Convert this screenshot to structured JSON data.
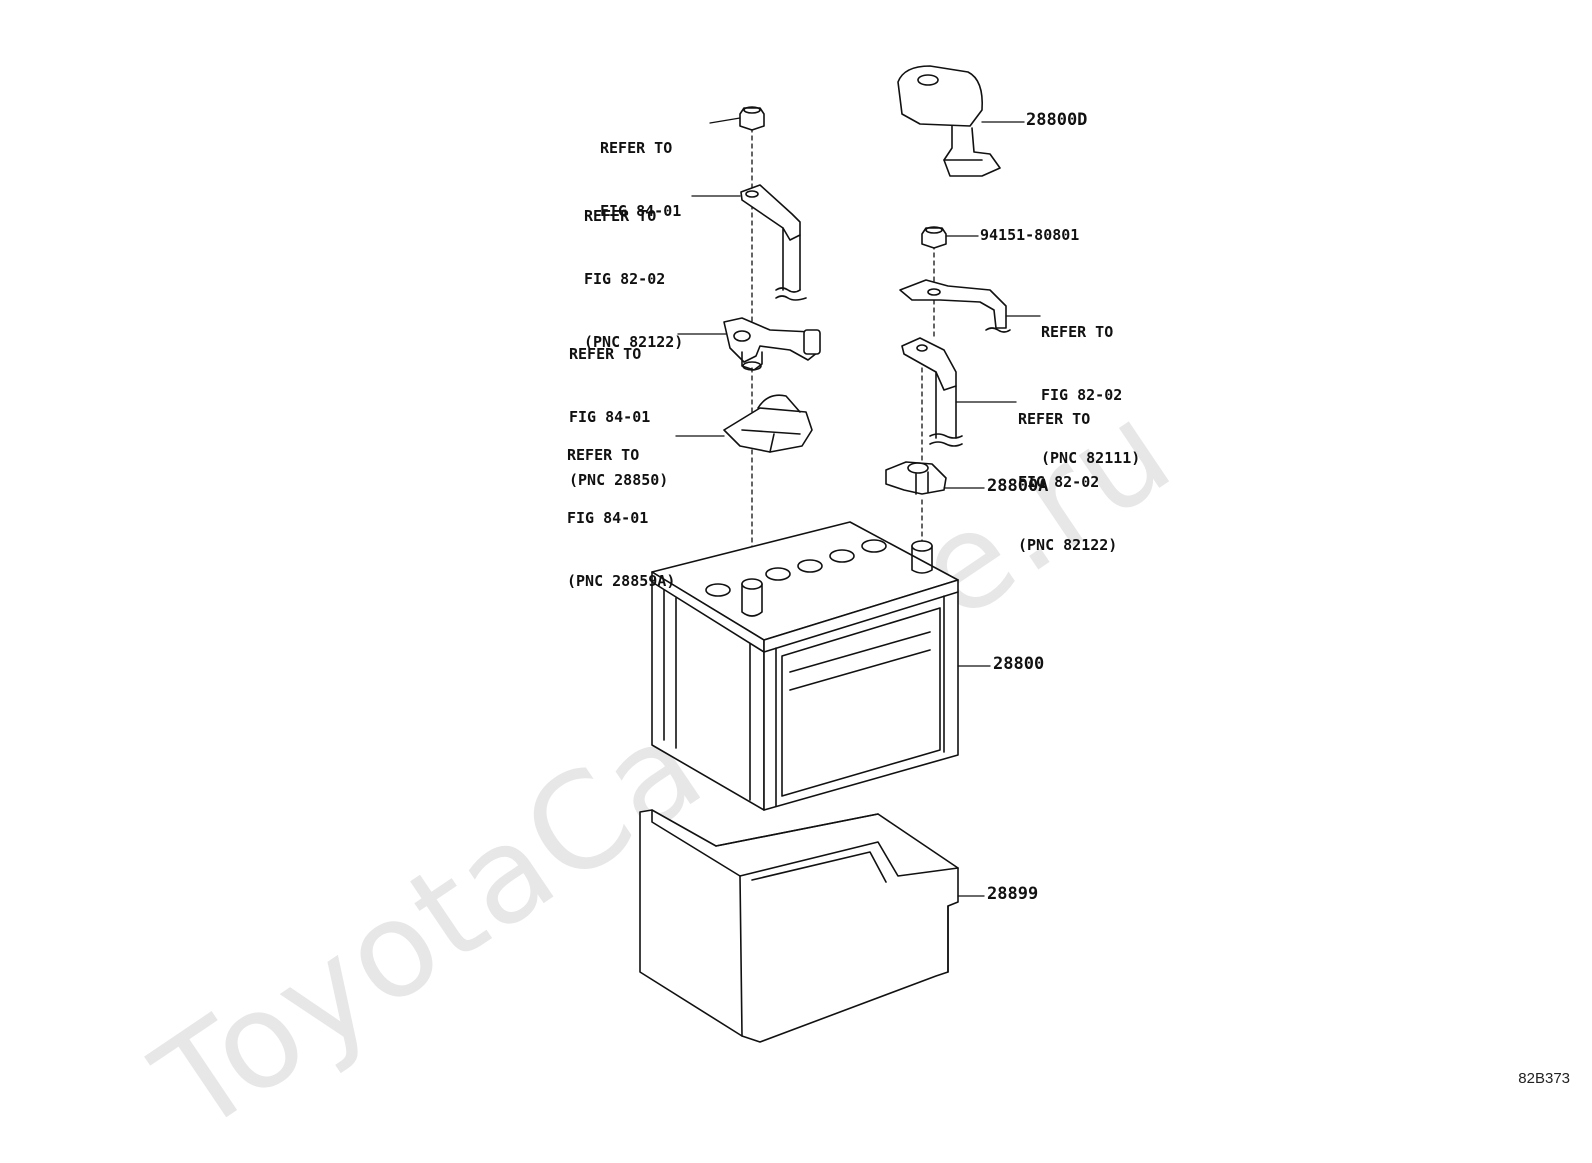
{
  "watermark": "ToyotaCarMine.ru",
  "diagram_code": "82B373",
  "labels": {
    "nut_left": {
      "line1": "REFER TO",
      "line2": "FIG 84-01"
    },
    "bracket_left": {
      "line1": "REFER TO",
      "line2": "FIG 82-02",
      "line3": "(PNC 82122)"
    },
    "terminal_left": {
      "line1": "REFER TO",
      "line2": "FIG 84-01",
      "line3": "(PNC 28850)"
    },
    "cover_left": {
      "line1": "REFER TO",
      "line2": "FIG 84-01",
      "line3": "(PNC 28859A)"
    },
    "cable_right": {
      "line1": "REFER TO",
      "line2": "FIG 82-02",
      "line3": "(PNC 82111)"
    },
    "bracket_right": {
      "line1": "REFER TO",
      "line2": "FIG 82-02",
      "line3": "(PNC 82122)"
    }
  },
  "parts": {
    "cover": "28800D",
    "nut": "94151-80801",
    "clamp": "28800A",
    "battery": "28800",
    "tray": "28899"
  }
}
